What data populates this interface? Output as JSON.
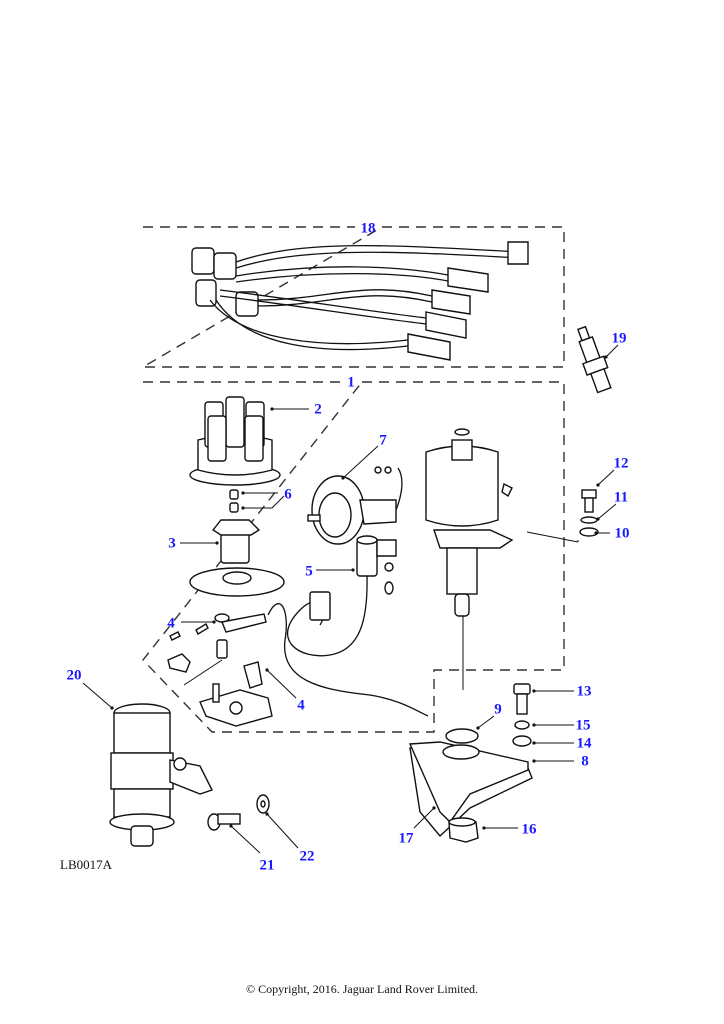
{
  "diagram": {
    "title": "Ignition distributor, HT leads and coil — exploded parts view",
    "reference_code": "LB0017A",
    "copyright": "© Copyright, 2016. Jaguar Land Rover Limited.",
    "callout_color": "#1a1aff",
    "groups": [
      {
        "callout": "18",
        "contents": "HT lead set"
      },
      {
        "callout": "1",
        "contents": "Distributor assembly"
      }
    ],
    "callouts": [
      {
        "id": "1",
        "part": "distributor-assembly"
      },
      {
        "id": "2",
        "part": "distributor-cap"
      },
      {
        "id": "3",
        "part": "rotor-arm"
      },
      {
        "id": "4",
        "part": "contact-set"
      },
      {
        "id": "4b",
        "label": "4",
        "part": "base-plate"
      },
      {
        "id": "5",
        "part": "condenser"
      },
      {
        "id": "6",
        "part": "carbon-brush"
      },
      {
        "id": "7",
        "part": "vacuum-unit"
      },
      {
        "id": "8",
        "part": "clamp-plate"
      },
      {
        "id": "9",
        "part": "seal"
      },
      {
        "id": "10",
        "part": "plain-washer"
      },
      {
        "id": "11",
        "part": "spring-washer"
      },
      {
        "id": "12",
        "part": "bolt"
      },
      {
        "id": "13",
        "part": "bolt"
      },
      {
        "id": "14",
        "part": "plain-washer"
      },
      {
        "id": "15",
        "part": "spring-washer"
      },
      {
        "id": "16",
        "part": "drive-dog"
      },
      {
        "id": "17",
        "part": "gasket"
      },
      {
        "id": "18",
        "part": "ht-lead-set"
      },
      {
        "id": "19",
        "part": "spark-plug"
      },
      {
        "id": "20",
        "part": "ignition-coil"
      },
      {
        "id": "21",
        "part": "screw"
      },
      {
        "id": "22",
        "part": "washer"
      }
    ],
    "labels": {
      "c1": "1",
      "c2": "2",
      "c3": "3",
      "c4a": "4",
      "c4b": "4",
      "c5": "5",
      "c6": "6",
      "c7": "7",
      "c8": "8",
      "c9": "9",
      "c10": "10",
      "c11": "11",
      "c12": "12",
      "c13": "13",
      "c14": "14",
      "c15": "15",
      "c16": "16",
      "c17": "17",
      "c18": "18",
      "c19": "19",
      "c20": "20",
      "c21": "21",
      "c22": "22"
    }
  }
}
